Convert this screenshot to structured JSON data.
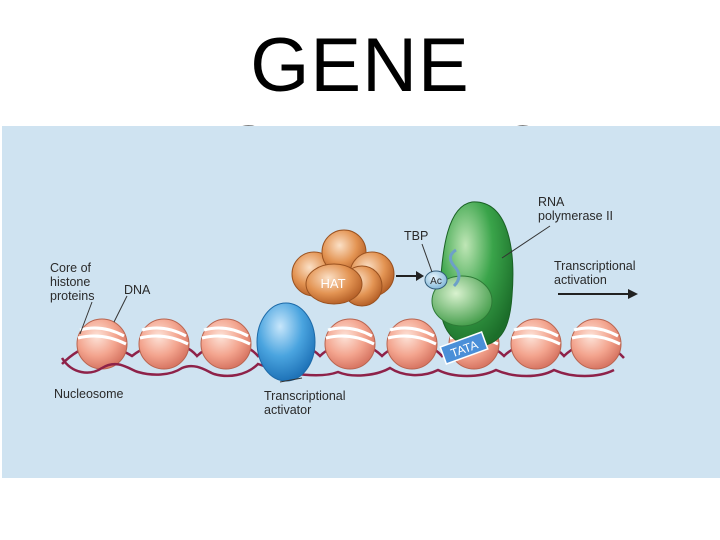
{
  "title": "GENE REGULATION",
  "colors": {
    "background": "#cfe3f1",
    "histone": "#f0a18c",
    "dna": "#8e2249",
    "activator": "#4aa4df",
    "polymerase": "#2f9a3f",
    "hat": "#d9823f",
    "tata": "#4a8fd8"
  },
  "diagram": {
    "labels": {
      "core_histone": [
        "Core of",
        "histone",
        "proteins"
      ],
      "dna": "DNA",
      "hat": "HAT",
      "tbp": "TBP",
      "ac": "Ac",
      "rna_pol": [
        "RNA",
        "polymerase II"
      ],
      "transcriptional_activation": [
        "Transcriptional",
        "activation"
      ],
      "tata": "TATA",
      "nucleosome": "Nucleosome",
      "transcriptional_activator": [
        "Transcriptional",
        "activator"
      ]
    }
  }
}
